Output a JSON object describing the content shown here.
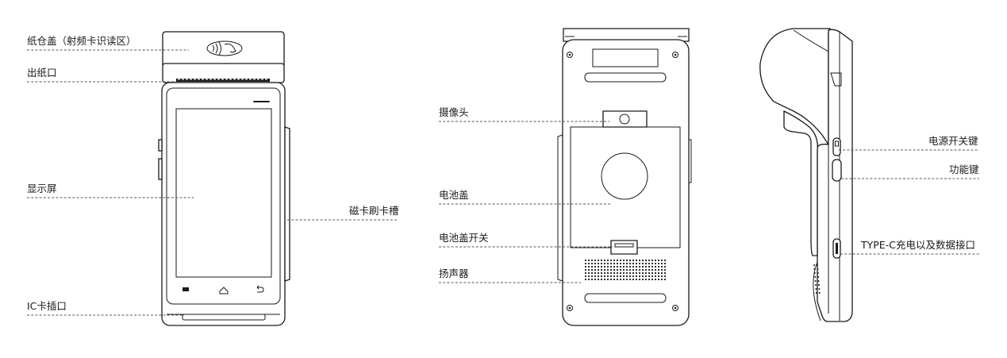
{
  "labels": {
    "paper_cover": "纸仓盖（射频卡识读区）",
    "paper_outlet": "出纸口",
    "display": "显示屏",
    "ic_slot": "IC卡插口",
    "magstripe": "磁卡刷卡槽",
    "camera": "摄像头",
    "battery_cover": "电池盖",
    "battery_switch": "电池盖开关",
    "speaker": "扬声器",
    "power_key": "电源开关键",
    "function_key": "功能键",
    "type_c": "TYPE-C充电以及数据接口"
  },
  "icons": {
    "nfc": "contactless-nfc-icon",
    "nav_menu": "menu-icon",
    "nav_home": "home-icon",
    "nav_back": "back-icon"
  },
  "colors": {
    "line": "#1a1a1a",
    "leader": "#555555",
    "background": "#ffffff"
  }
}
